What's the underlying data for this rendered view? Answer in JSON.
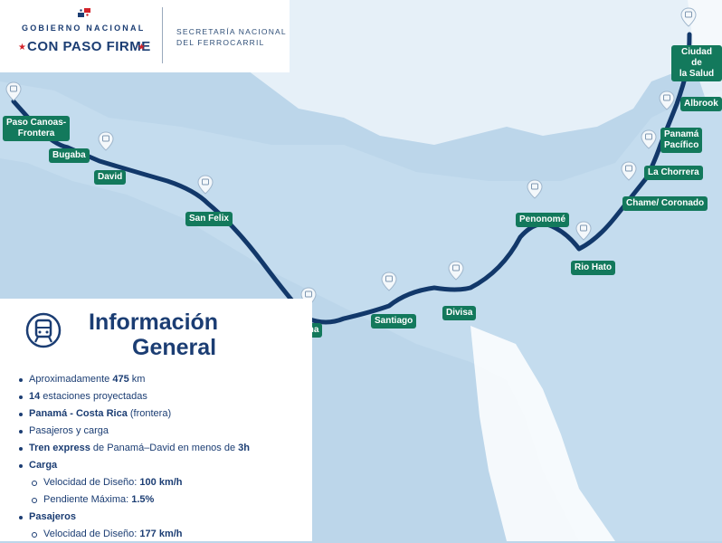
{
  "header": {
    "gov_line": "GOBIERNO NACIONAL",
    "slogan": "CON PASO FIRME",
    "secretaria_line1": "SECRETARÍA NACIONAL",
    "secretaria_line2": "DEL FERROCARRIL"
  },
  "colors": {
    "route": "#12386a",
    "station_label_bg": "#13795c",
    "sea": "#bcd6ea",
    "land": "#ffffff",
    "title": "#1b3d73",
    "accent_red": "#d3232a"
  },
  "stations": [
    {
      "name": "Paso Canoas-\nFrontera"
    },
    {
      "name": "Bugaba"
    },
    {
      "name": "David"
    },
    {
      "name": "San Felix"
    },
    {
      "name": "Sona"
    },
    {
      "name": "Santiago"
    },
    {
      "name": "Divisa"
    },
    {
      "name": "Penonomé"
    },
    {
      "name": "Rio Hato"
    },
    {
      "name": "Chame/ Coronado"
    },
    {
      "name": "La Chorrera"
    },
    {
      "name": "Panamá\nPacífico"
    },
    {
      "name": "Albrook"
    },
    {
      "name": "Ciudad de\nla Salud"
    }
  ],
  "info": {
    "icon": "train-icon",
    "title_line1": "Información",
    "title_line2": "General",
    "items": [
      {
        "pre": "Aproximadamente ",
        "bold": "475",
        "post": " km",
        "level": 1
      },
      {
        "pre": "",
        "bold": "14",
        "post": " estaciones proyectadas",
        "level": 1
      },
      {
        "pre": "",
        "bold": "Panamá - Costa Rica",
        "post": " (frontera)",
        "level": 1
      },
      {
        "pre": "Pasajeros y carga",
        "bold": "",
        "post": "",
        "level": 1
      },
      {
        "pre": "",
        "bold": "Tren express",
        "post": " de Panamá–David en menos de ",
        "bold2": "3h",
        "level": 1
      },
      {
        "pre": "",
        "bold": "Carga",
        "post": "",
        "level": 1
      },
      {
        "pre": "Velocidad de Diseño: ",
        "bold": "100 km/h",
        "post": "",
        "level": 2
      },
      {
        "pre": "Pendiente Máxima: ",
        "bold": "1.5%",
        "post": "",
        "level": 2
      },
      {
        "pre": "",
        "bold": "Pasajeros",
        "post": "",
        "level": 1
      },
      {
        "pre": "Velocidad de Diseño: ",
        "bold": "177 km/h",
        "post": "",
        "level": 2
      }
    ]
  }
}
